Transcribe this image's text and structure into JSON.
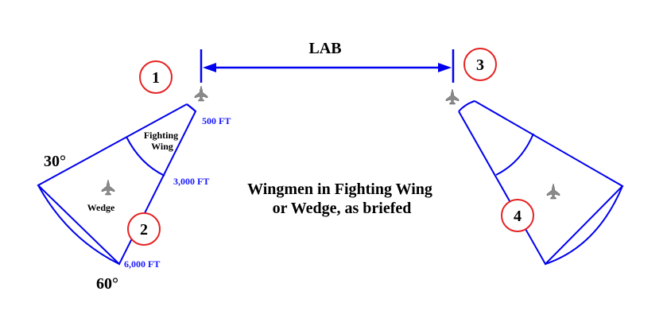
{
  "lab_label": "LAB",
  "positions": [
    "1",
    "2",
    "3",
    "4"
  ],
  "left_formation": {
    "angle_inner": "30°",
    "angle_outer": "60°",
    "range_near": "500 FT",
    "range_mid": "3,000 FT",
    "range_far": "6,000 FT",
    "zone_fighting_wing": [
      "Fighting",
      "Wing"
    ],
    "zone_wedge": "Wedge"
  },
  "caption": [
    "Wingmen in Fighting Wing",
    "or Wedge, as briefed"
  ],
  "colors": {
    "lines": "#0000ee",
    "range_labels": "#1a1aff",
    "position_circles": "#e52222"
  },
  "icons": [
    "jet-icon"
  ]
}
